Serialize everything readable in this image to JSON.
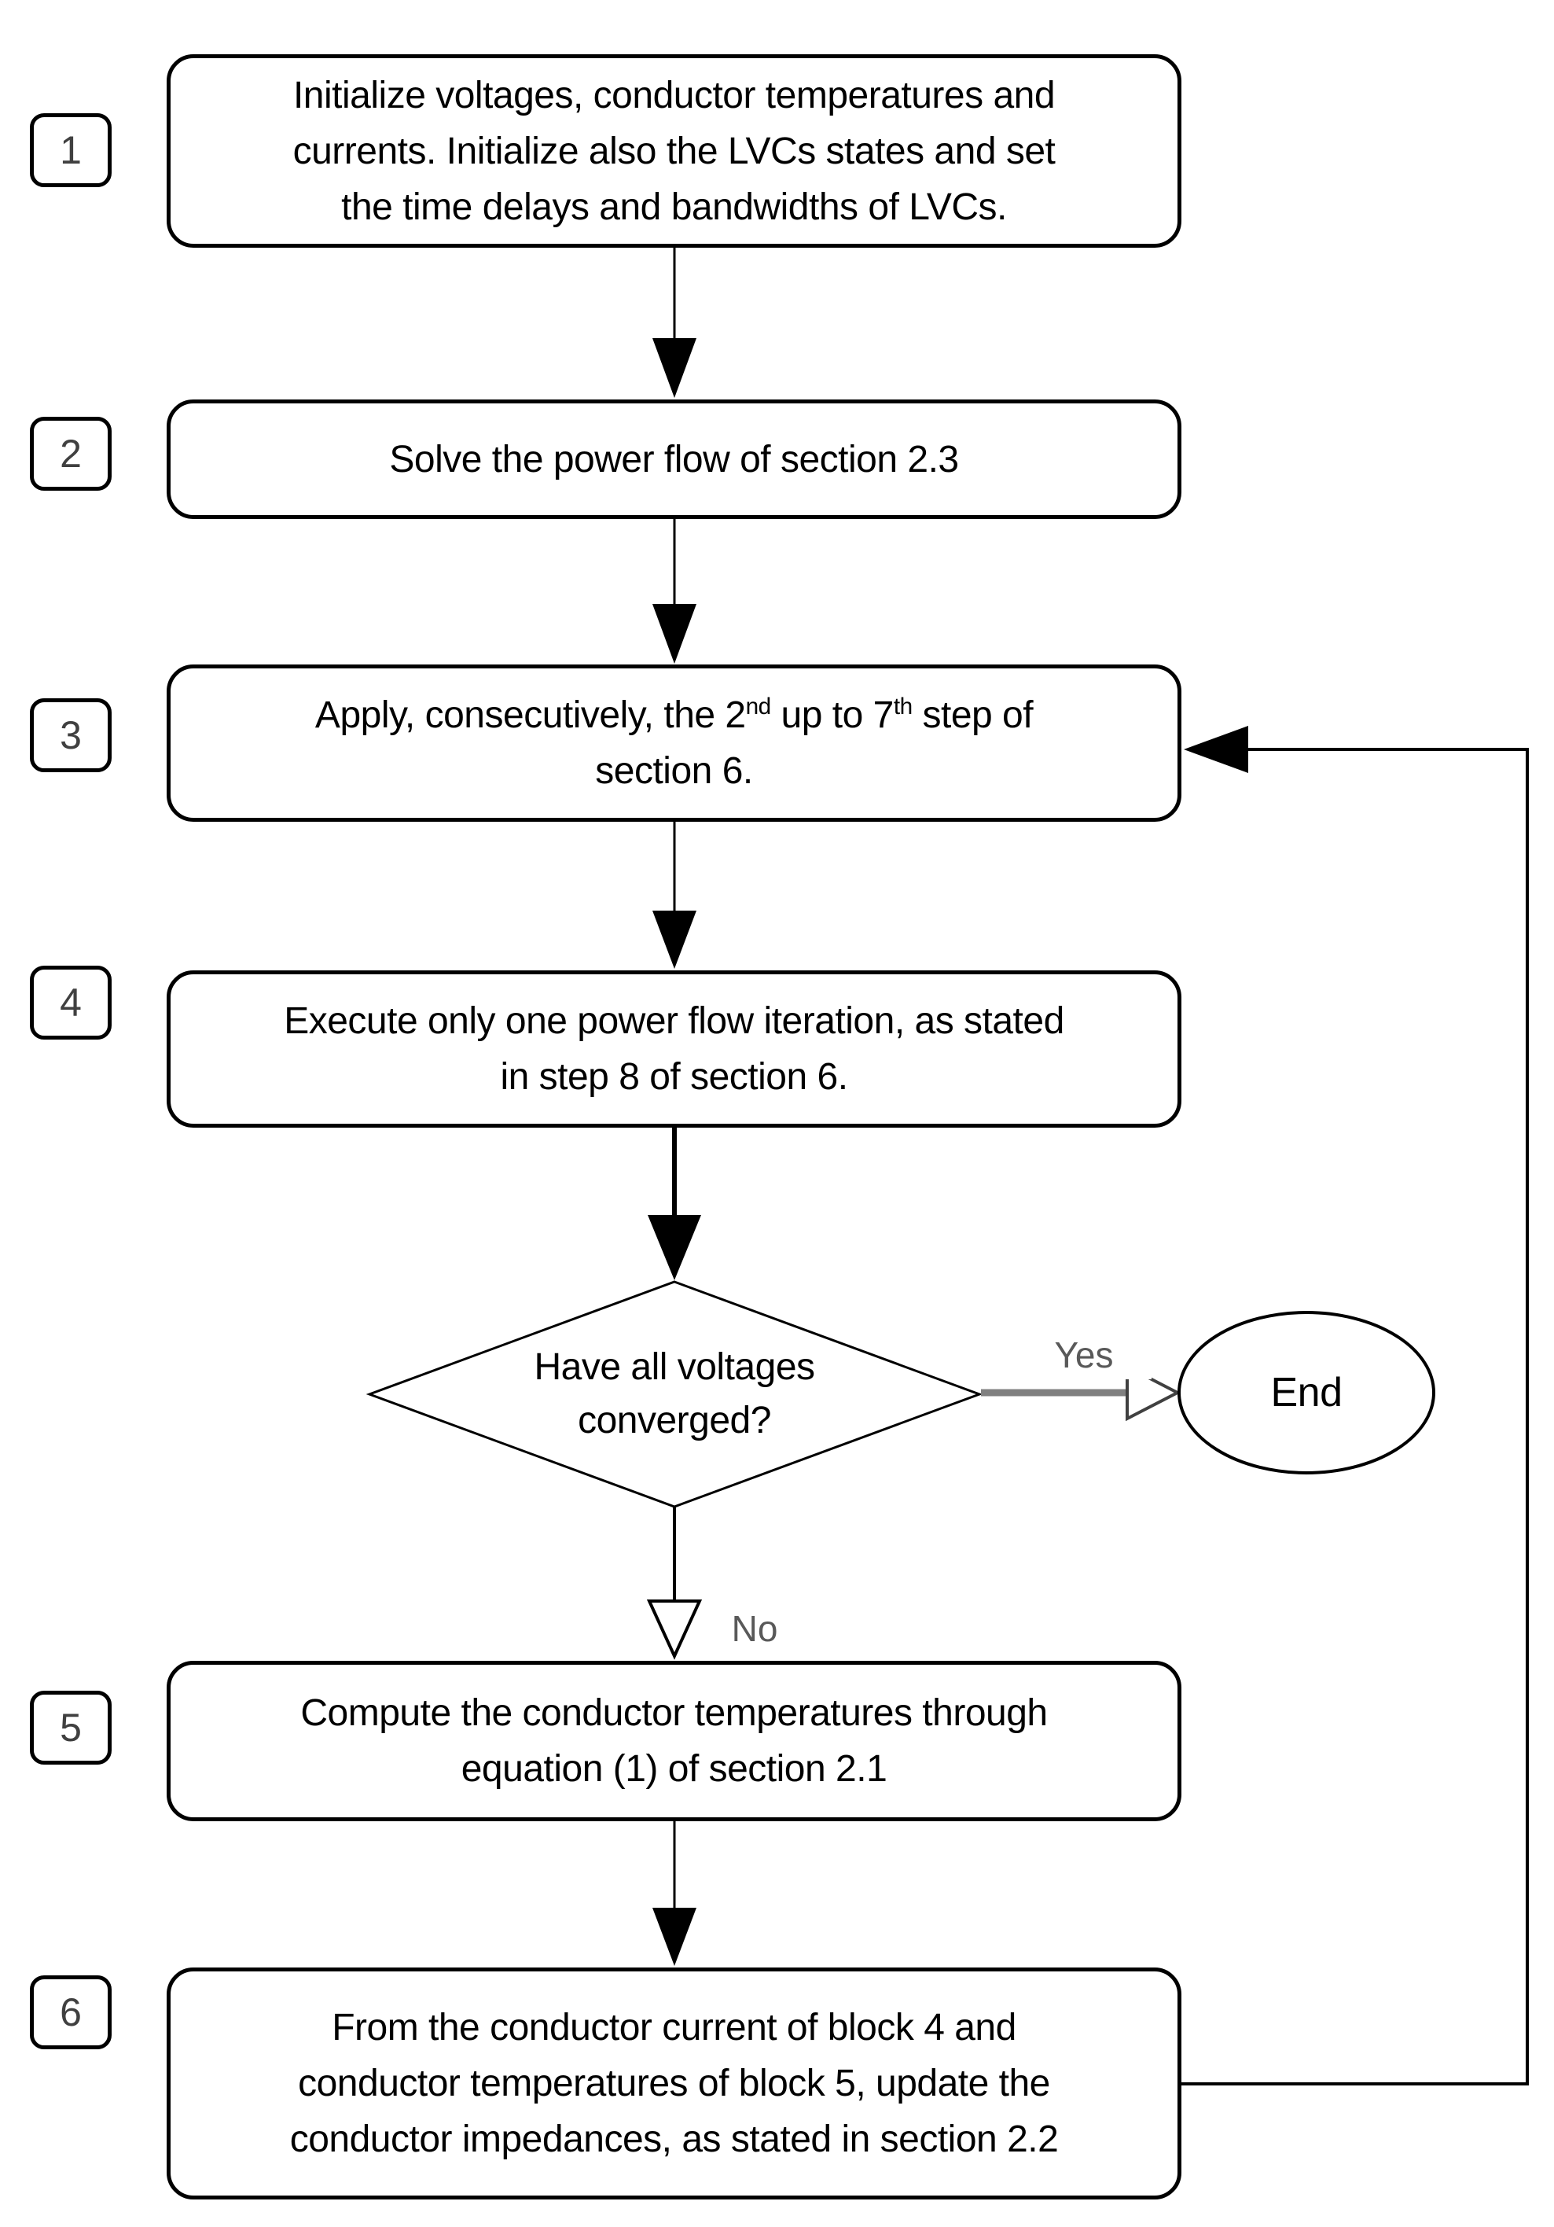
{
  "canvas": {
    "background": "#ffffff",
    "stroke_color": "#000000",
    "edge_gray": "#808080",
    "label_gray": "#595959"
  },
  "badges": [
    "1",
    "2",
    "3",
    "4",
    "5",
    "6"
  ],
  "blocks": [
    {
      "badge": "1",
      "text": "Initialize voltages, conductor temperatures and\ncurrents. Initialize also the LVCs states and set\nthe time delays and bandwidths of LVCs."
    },
    {
      "badge": "2",
      "text": "Solve the power flow of section 2.3"
    },
    {
      "badge": "3",
      "text_rich": [
        {
          "t": "Apply, consecutively, the 2"
        },
        {
          "sup": "nd"
        },
        {
          "t": " up to 7"
        },
        {
          "sup": "th"
        },
        {
          "t": " step of\nsection 6."
        }
      ]
    },
    {
      "badge": "4",
      "text": "Execute only one power flow iteration, as stated\nin step 8 of section 6."
    },
    {
      "badge": "5",
      "text": "Compute the conductor temperatures through\nequation (1) of section 2.1"
    },
    {
      "badge": "6",
      "text": "From the conductor current of block 4 and\nconductor temperatures of block 5, update the\nconductor impedances, as stated in section 2.2"
    }
  ],
  "decision": {
    "text": "Have all voltages\nconverged?",
    "yes_label": "Yes",
    "no_label": "No"
  },
  "terminal": {
    "label": "End"
  }
}
